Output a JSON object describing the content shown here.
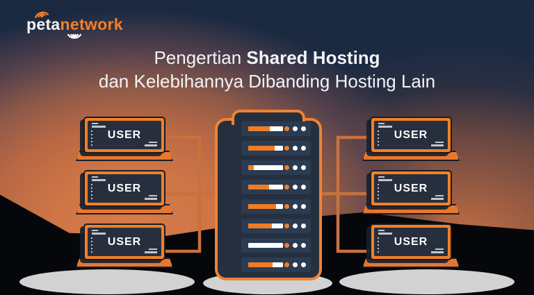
{
  "logo": {
    "text_primary": "peta",
    "text_secondary": "network"
  },
  "title": {
    "line1_prefix": "Pengertian ",
    "line1_bold": "Shared Hosting",
    "line2": "dan Kelebihannya Dibanding Hosting Lain"
  },
  "labels": {
    "user": "USER"
  },
  "icons": {
    "logo_top": "wifi-signal-icon",
    "logo_bottom": "wifi-signal-inverted-icon"
  },
  "colors": {
    "accent_orange": "#f57f23",
    "server_outline_orange": "#ef8336",
    "wire_orange": "#c8713f",
    "deep_navy": "#1d2c44",
    "screen_navy": "#272f3e",
    "slot_navy": "#2a3b52",
    "glow_orange": "#d0744a",
    "hill_black": "#05070a",
    "ground_gray": "#d2d2d2",
    "white": "#ffffff"
  },
  "diagram": {
    "type": "shared-hosting-network",
    "server": {
      "slot_count": 8,
      "slots": [
        {
          "orange_pct": 62
        },
        {
          "orange_pct": 76
        },
        {
          "orange_pct": 16
        },
        {
          "orange_pct": 60
        },
        {
          "orange_pct": 79
        },
        {
          "orange_pct": 67
        },
        {
          "orange_pct": 0
        },
        {
          "orange_pct": 69
        }
      ],
      "dot_colors": [
        "#f07c25",
        "#ffffff",
        "#ffffff"
      ]
    },
    "clients": {
      "left_count": 3,
      "right_count": 3,
      "label": "USER"
    }
  }
}
